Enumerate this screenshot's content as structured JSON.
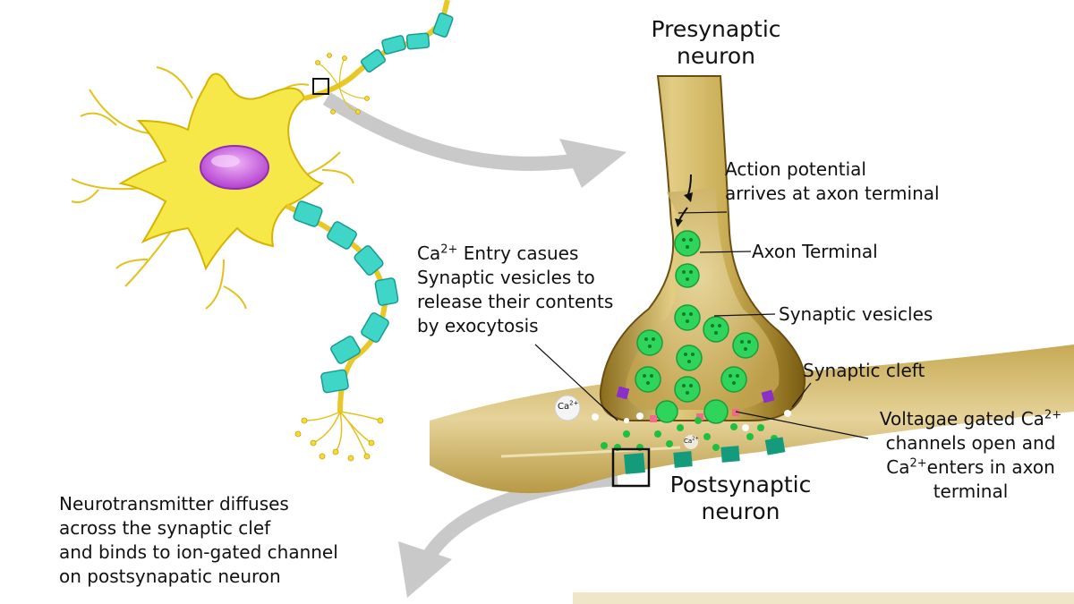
{
  "labels": {
    "presynaptic": [
      "Presynaptic",
      "neuron"
    ],
    "postsynaptic": [
      "Postsynaptic",
      "neuron"
    ],
    "action_potential": [
      "Action potential",
      "arrives at axon terminal"
    ],
    "axon_terminal": "Axon Terminal",
    "synaptic_vesicles": "Synaptic vesicles",
    "synaptic_cleft": "Synaptic cleft",
    "ca_entry": {
      "ion_base": "Ca",
      "ion_charge": "2+",
      "line1_rest": " Entry casues",
      "line2": "Synaptic vesicles to",
      "line3": "release their contents",
      "line4": "by exocytosis"
    },
    "voltage_gated": {
      "line1": "Voltagae gated Ca",
      "line1_charge": "2+",
      "line2": "channels open and",
      "line3_base": "Ca",
      "line3_charge": "2+",
      "line3_rest": "enters in axon",
      "line4": "terminal"
    },
    "neurotransmitter": [
      "Neurotransmitter diffuses",
      "across the synaptic clef",
      "and binds to ion-gated channel",
      "on postsynapatic neuron"
    ],
    "ca_ion_marker": "Ca",
    "ca_ion_marker_charge": "2+",
    "ca_channel_marker": "Ca",
    "ca_channel_marker_charge": "2+"
  },
  "colors": {
    "neuron_body": "#f7e84a",
    "neuron_outline": "#c9a200",
    "nucleus": "#c455d6",
    "myelin": "#3fd6c8",
    "terminal_gold": "#c6a94f",
    "terminal_dark": "#7a5c10",
    "vesicle": "#2fd45a",
    "receptor": "#139b7c",
    "neurotransmitter_dot": "#1fbf3f",
    "arrow_gray": "#c8c8c8",
    "purple_channel": "#8a2fc9",
    "pink_channel": "#f06b8a"
  }
}
